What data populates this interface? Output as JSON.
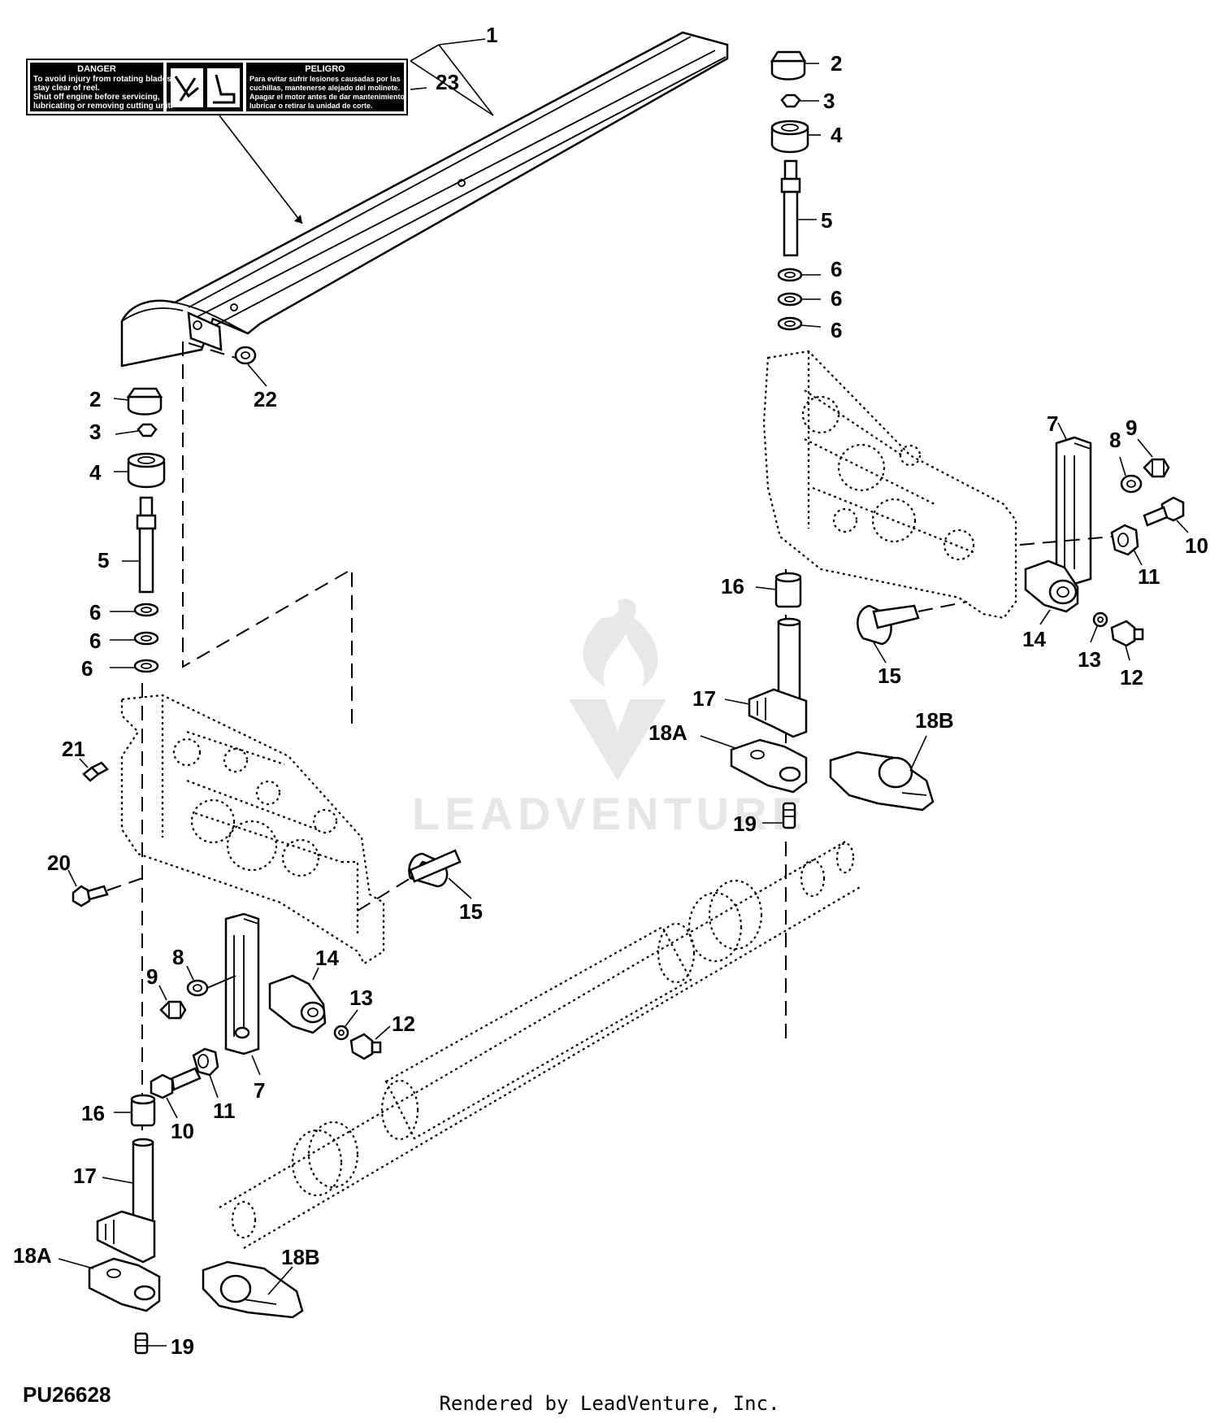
{
  "figure": {
    "reference_code": "PU26628",
    "credit": "Rendered by LeadVenture, Inc.",
    "watermark": "LEADVENTURE"
  },
  "decal": {
    "danger_title": "DANGER",
    "danger_lines": [
      "To avoid injury from rotating blades,",
      "stay clear of reel.",
      "Shut off engine before servicing,",
      "lubricating or removing cutting unit."
    ],
    "peligro_title": "PELIGRO",
    "peligro_lines": [
      "Para evitar sufrir lesiones causadas por las",
      "cuchillas, mantenerse alejado del molinete.",
      "Apagar el motor antes de dar mantenimiento,",
      "lubricar o retirar la unidad de corte."
    ]
  },
  "callouts": {
    "c1": "1",
    "c23": "23",
    "c22": "22",
    "l2": "2",
    "l3": "3",
    "l4": "4",
    "l5": "5",
    "l6a": "6",
    "l6b": "6",
    "l6c": "6",
    "l21": "21",
    "l20": "20",
    "l15": "15",
    "l9": "9",
    "l8": "8",
    "l14": "14",
    "l13": "13",
    "l12": "12",
    "l7": "7",
    "l10": "10",
    "l11": "11",
    "l16": "16",
    "l17": "17",
    "l18a": "18A",
    "l18b": "18B",
    "l19": "19",
    "r2": "2",
    "r3": "3",
    "r4": "4",
    "r5": "5",
    "r6a": "6",
    "r6b": "6",
    "r6c": "6",
    "r7": "7",
    "r8": "8",
    "r9": "9",
    "r10": "10",
    "r11": "11",
    "r12": "12",
    "r13": "13",
    "r14": "14",
    "r15": "15",
    "r16": "16",
    "r17": "17",
    "r18a": "18A",
    "r18b": "18B",
    "r19": "19"
  }
}
